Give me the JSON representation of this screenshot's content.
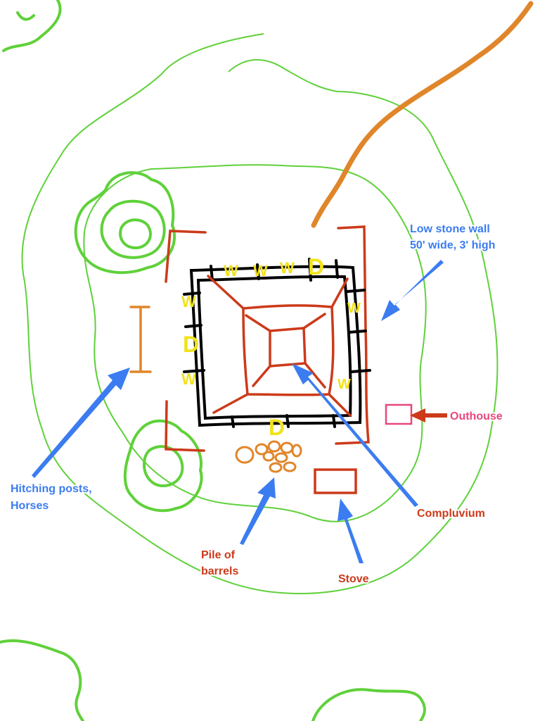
{
  "colors": {
    "terrain": "#5fd13a",
    "road": "#e0862a",
    "wall": "#cc3a1a",
    "villa": "#000000",
    "marker": "#f2e21a",
    "arrow": "#3b7cf0",
    "label_blue": "#3b7cf0",
    "label_red": "#cc3a1a",
    "label_pink": "#e8477a",
    "outhouse": "#e8477a"
  },
  "features": {
    "terrain_lines": "contour",
    "trees": "tree",
    "road": "road",
    "low_wall": "low-stone-wall",
    "villa_outline": "villa",
    "compluvium": "compluvium-opening",
    "hitching_post": "hitching-post",
    "barrels": "barrel-pile",
    "stove": "stove-box",
    "outhouse": "outhouse-box"
  },
  "markers": {
    "window": "W",
    "door": "D"
  },
  "labels": {
    "wall_line1": "Low stone wall",
    "wall_line2": "50' wide, 3' high",
    "outhouse": "Outhouse",
    "hitching_line1": "Hitching posts,",
    "hitching_line2": "Horses",
    "compluvium": "Compluvium",
    "barrels_line1": "Pile of",
    "barrels_line2": "barrels",
    "stove": "Stove"
  }
}
